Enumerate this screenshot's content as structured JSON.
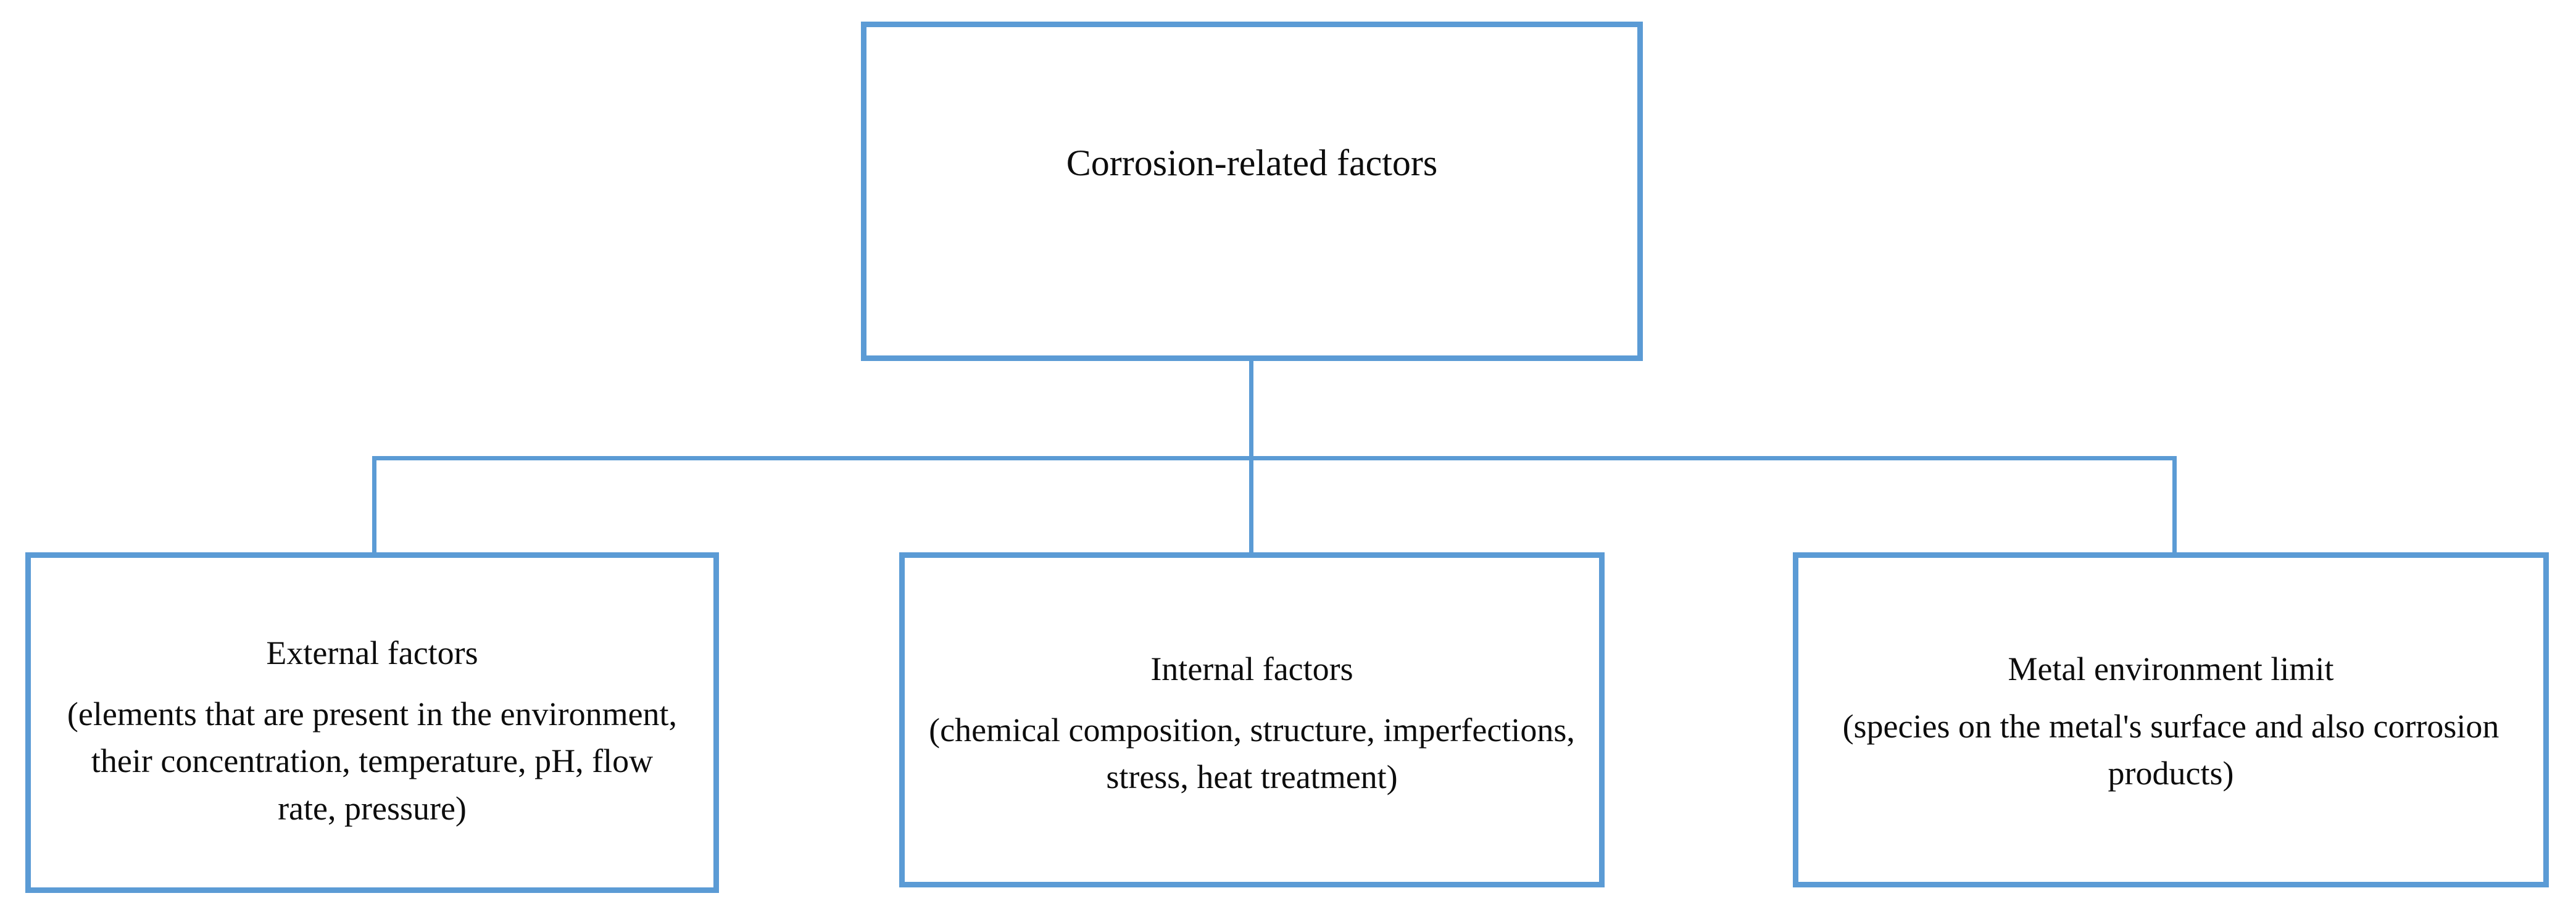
{
  "diagram": {
    "type": "hierarchy-tree",
    "accent_color": "#5B9BD5",
    "text_color": "#0d0d0d",
    "background_color": "#ffffff",
    "root": {
      "title": "Corrosion-related factors"
    },
    "children": [
      {
        "title": "External factors",
        "description": "(elements that are present in the environment, their concentration, temperature, pH, flow rate, pressure)"
      },
      {
        "title": "Internal factors",
        "description": "(chemical composition, structure, imperfections, stress, heat treatment)"
      },
      {
        "title": "Metal environment limit",
        "description": "(species on the metal's surface and also corrosion products)"
      }
    ]
  }
}
